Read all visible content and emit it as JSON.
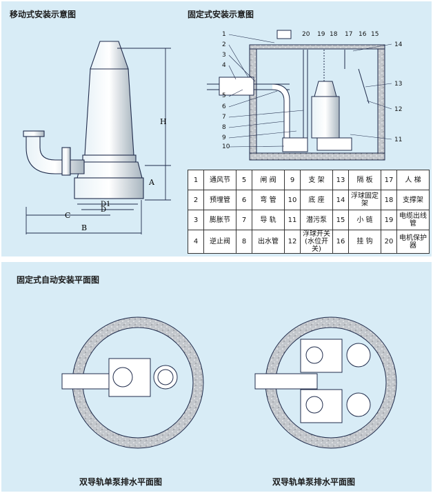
{
  "titles": {
    "mobile": "移动式安装示意图",
    "fixed": "固定式安装示意图",
    "plan": "固定式自动安装平面图",
    "plan_single": "双导轨单泵排水平面图",
    "plan_double": "双导轨单泵排水平面图"
  },
  "dims": {
    "H": "H",
    "A": "A",
    "D1": "D1",
    "D": "D",
    "C": "C",
    "B": "B"
  },
  "callouts_left": [
    "1",
    "2",
    "3",
    "4",
    "5",
    "6",
    "7",
    "8",
    "9",
    "10"
  ],
  "callouts_top": [
    "20",
    "19",
    "18",
    "17",
    "16",
    "15"
  ],
  "callouts_right": [
    "14",
    "13",
    "12",
    "11"
  ],
  "legend": {
    "rows": [
      [
        {
          "n": "1",
          "t": "通风节"
        },
        {
          "n": "5",
          "t": "闸 阀"
        },
        {
          "n": "9",
          "t": "支 架"
        },
        {
          "n": "13",
          "t": "隔 板"
        },
        {
          "n": "17",
          "t": "人 梯"
        }
      ],
      [
        {
          "n": "2",
          "t": "预埋管"
        },
        {
          "n": "6",
          "t": "弯 管"
        },
        {
          "n": "10",
          "t": "底 座"
        },
        {
          "n": "14",
          "t": "浮球固定架"
        },
        {
          "n": "18",
          "t": "支撑架"
        }
      ],
      [
        {
          "n": "3",
          "t": "膨胀节"
        },
        {
          "n": "7",
          "t": "导 轨"
        },
        {
          "n": "11",
          "t": "潜污泵"
        },
        {
          "n": "15",
          "t": "小 链"
        },
        {
          "n": "19",
          "t": "电缆出线管"
        }
      ],
      [
        {
          "n": "4",
          "t": "逆止阀"
        },
        {
          "n": "8",
          "t": "出水管"
        },
        {
          "n": "12",
          "t": "浮球开关(水位开关)"
        },
        {
          "n": "16",
          "t": "挂 钩"
        },
        {
          "n": "20",
          "t": "电机保护器"
        }
      ]
    ]
  },
  "colors": {
    "panel": "#d8ecf6",
    "line": "#1e2a4a",
    "concrete": "#b9bdc2"
  }
}
